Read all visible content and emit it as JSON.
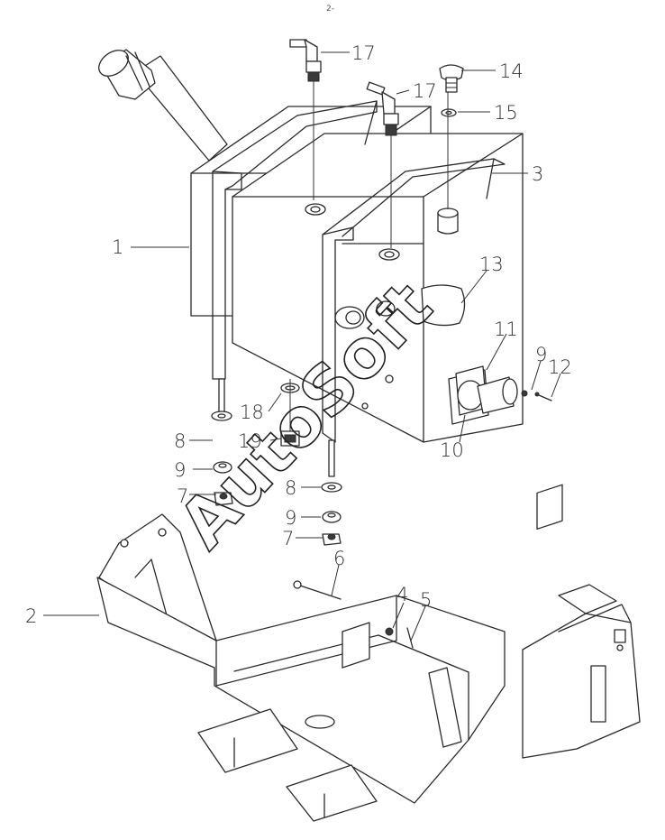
{
  "header": {
    "page_mark": "2-"
  },
  "watermark": {
    "text": "AutoSoft"
  },
  "callouts": [
    {
      "id": "c1",
      "label": "1"
    },
    {
      "id": "c2",
      "label": "2"
    },
    {
      "id": "c3",
      "label": "3"
    },
    {
      "id": "c4",
      "label": "4"
    },
    {
      "id": "c5",
      "label": "5"
    },
    {
      "id": "c6",
      "label": "6"
    },
    {
      "id": "c7a",
      "label": "7"
    },
    {
      "id": "c7b",
      "label": "7"
    },
    {
      "id": "c8a",
      "label": "8"
    },
    {
      "id": "c8b",
      "label": "8"
    },
    {
      "id": "c9a",
      "label": "9"
    },
    {
      "id": "c9b",
      "label": "9"
    },
    {
      "id": "c9c",
      "label": "9"
    },
    {
      "id": "c10",
      "label": "10"
    },
    {
      "id": "c11",
      "label": "11"
    },
    {
      "id": "c12",
      "label": "12"
    },
    {
      "id": "c13",
      "label": "13"
    },
    {
      "id": "c14",
      "label": "14"
    },
    {
      "id": "c15",
      "label": "15"
    },
    {
      "id": "c17a",
      "label": "17"
    },
    {
      "id": "c17b",
      "label": "17"
    },
    {
      "id": "c18",
      "label": "18"
    },
    {
      "id": "c19",
      "label": "19"
    }
  ]
}
